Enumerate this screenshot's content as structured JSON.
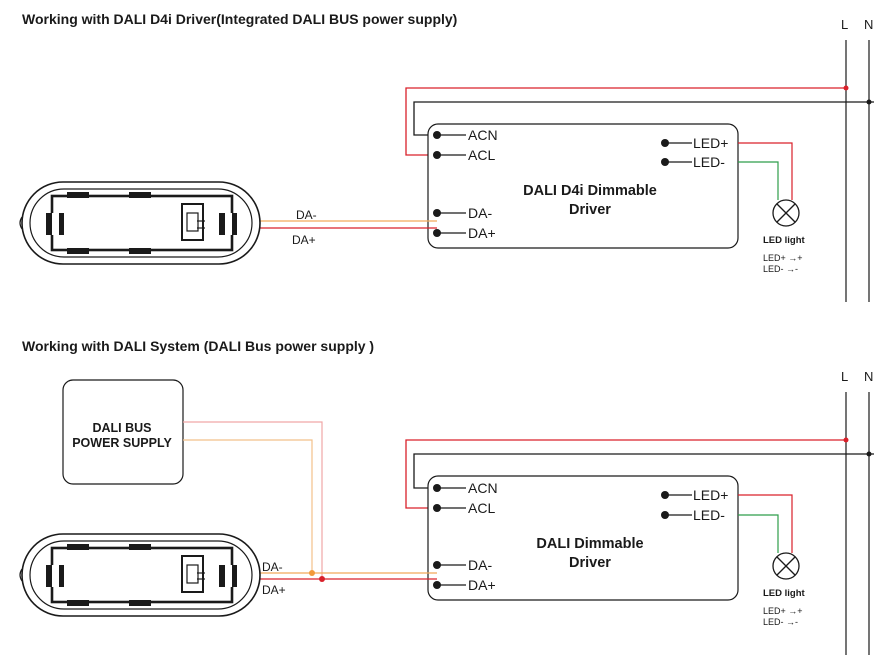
{
  "section1": {
    "title": "Working with DALI D4i Driver(Integrated DALI BUS power supply)",
    "line_l": "L",
    "line_n": "N",
    "driver": {
      "name_line1": "DALI D4i Dimmable",
      "name_line2": "Driver"
    },
    "terminals": {
      "acn": "ACN",
      "acl": "ACL",
      "da_minus": "DA-",
      "da_plus": "DA+",
      "led_plus": "LED+",
      "led_minus": "LED-"
    },
    "bus_labels": {
      "da_minus": "DA-",
      "da_plus": "DA+"
    },
    "led": {
      "name": "LED light",
      "legend_plus": "LED+ →+",
      "legend_minus": "LED- →-"
    }
  },
  "section2": {
    "title": "Working with DALI System (DALI Bus power supply )",
    "line_l": "L",
    "line_n": "N",
    "power_supply": {
      "line1": "DALI BUS",
      "line2": "POWER SUPPLY"
    },
    "driver": {
      "name_line1": "DALI Dimmable",
      "name_line2": "Driver"
    },
    "terminals": {
      "acn": "ACN",
      "acl": "ACL",
      "da_minus": "DA-",
      "da_plus": "DA+",
      "led_plus": "LED+",
      "led_minus": "LED-"
    },
    "bus_labels": {
      "da_minus": "DA-",
      "da_plus": "DA+"
    },
    "led": {
      "name": "LED light",
      "legend_plus": "LED+ →+",
      "legend_minus": "LED- →-"
    }
  },
  "colors": {
    "line_live": "#d9202a",
    "line_neutral": "#1a1a1a",
    "bus_da_minus": "#f2a95a",
    "bus_da_plus": "#d9202a",
    "psu_wire": "#f1a6a6",
    "led_plus_wire": "#d9202a",
    "led_minus_wire": "#2e9e4a"
  }
}
